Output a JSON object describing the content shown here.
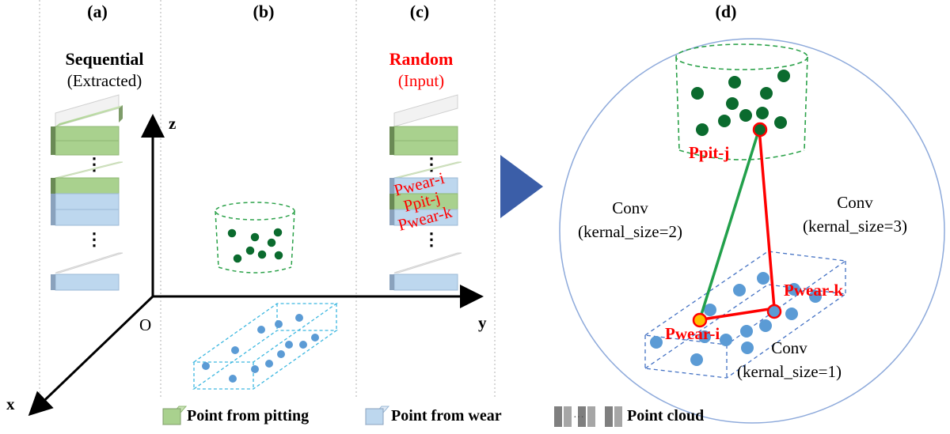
{
  "panels": {
    "a": {
      "label": "(a)",
      "title": "Sequential",
      "subtitle": "(Extracted)",
      "ellipsis": [
        "⋮",
        "⋮"
      ]
    },
    "b": {
      "label": "(b)",
      "axis_z": "z",
      "axis_y": "y",
      "axis_x": "x",
      "origin": "O"
    },
    "c": {
      "label": "(c)",
      "title": "Random",
      "subtitle": "(Input)",
      "ellipsis": [
        "⋮",
        "⋮"
      ],
      "overlay_labels": [
        "Pwear-i",
        "Ppit-j",
        "Pwear-k"
      ]
    },
    "d": {
      "label": "(d)",
      "ppit_j": "Ppit-j",
      "pwear_i": "Pwear-i",
      "pwear_k": "Pwear-k",
      "conv2_line1": "Conv",
      "conv2_line2": "(kernal_size=2)",
      "conv3_line1": "Conv",
      "conv3_line2": "(kernal_size=3)",
      "conv1_line1": "Conv",
      "conv1_line2": "(kernal_size=1)"
    }
  },
  "legend": {
    "pitting": "Point from pitting",
    "wear": "Point from wear",
    "cloud": "Point cloud"
  },
  "colors": {
    "pitting_green": "#a9d18e",
    "wear_blue": "#bdd7ee",
    "pit_dot": "#0b6b2e",
    "wear_dot": "#5b9bd5",
    "highlight_red": "#ff0000",
    "conv_green": "#22a04b",
    "arrow_blue": "#3b5ea8"
  }
}
